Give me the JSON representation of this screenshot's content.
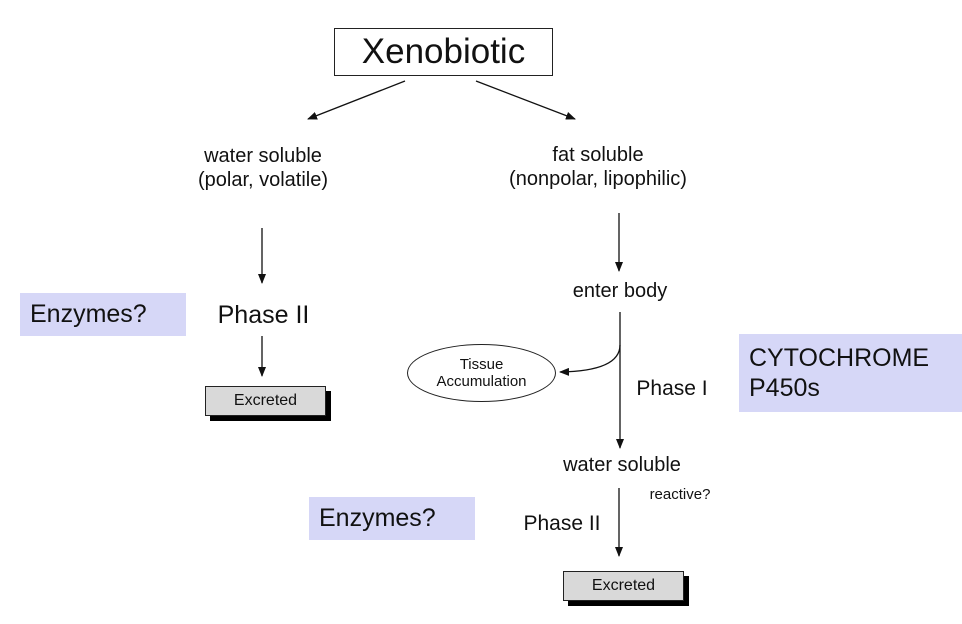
{
  "title": "Xenobiotic",
  "left_branch": {
    "label_line1": "water soluble",
    "label_line2": "(polar, volatile)",
    "phase": "Phase II",
    "excreted": "Excreted",
    "enzymes": "Enzymes?"
  },
  "right_branch": {
    "label_line1": "fat soluble",
    "label_line2": "(nonpolar, lipophilic)",
    "enter_body": "enter body",
    "tissue_line1": "Tissue",
    "tissue_line2": "Accumulation",
    "phase1": "Phase I",
    "water_soluble": "water soluble",
    "reactive": "reactive?",
    "phase2": "Phase II",
    "excreted": "Excreted",
    "enzymes": "Enzymes?",
    "cytochrome_line1": "CYTOCHROME",
    "cytochrome_line2": "P450s"
  }
}
